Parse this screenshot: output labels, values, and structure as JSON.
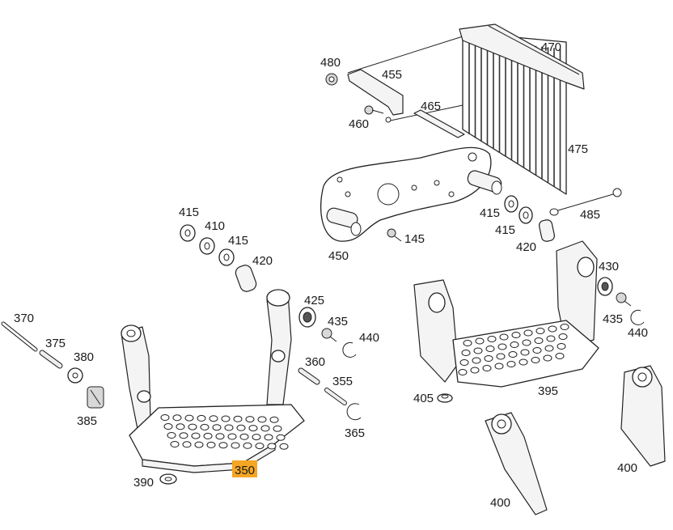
{
  "colors": {
    "line": "#222222",
    "highlight": "#f5a623",
    "background": "#ffffff"
  },
  "callouts": [
    {
      "id": "c470",
      "label": "470"
    },
    {
      "id": "c480",
      "label": "480"
    },
    {
      "id": "c455",
      "label": "455"
    },
    {
      "id": "c465",
      "label": "465"
    },
    {
      "id": "c460",
      "label": "460"
    },
    {
      "id": "c475",
      "label": "475"
    },
    {
      "id": "c485",
      "label": "485"
    },
    {
      "id": "c415a",
      "label": "415"
    },
    {
      "id": "c410",
      "label": "410"
    },
    {
      "id": "c415b",
      "label": "415"
    },
    {
      "id": "c420a",
      "label": "420"
    },
    {
      "id": "c145",
      "label": "145"
    },
    {
      "id": "c450",
      "label": "450"
    },
    {
      "id": "c415c",
      "label": "415"
    },
    {
      "id": "c415d",
      "label": "415"
    },
    {
      "id": "c420b",
      "label": "420"
    },
    {
      "id": "c430",
      "label": "430"
    },
    {
      "id": "c425",
      "label": "425"
    },
    {
      "id": "c435a",
      "label": "435"
    },
    {
      "id": "c435b",
      "label": "435"
    },
    {
      "id": "c440a",
      "label": "440"
    },
    {
      "id": "c440b",
      "label": "440"
    },
    {
      "id": "c370",
      "label": "370"
    },
    {
      "id": "c375",
      "label": "375"
    },
    {
      "id": "c380",
      "label": "380"
    },
    {
      "id": "c360",
      "label": "360"
    },
    {
      "id": "c355",
      "label": "355"
    },
    {
      "id": "c385",
      "label": "385"
    },
    {
      "id": "c365",
      "label": "365"
    },
    {
      "id": "c405",
      "label": "405"
    },
    {
      "id": "c395",
      "label": "395"
    },
    {
      "id": "c390",
      "label": "390"
    },
    {
      "id": "c350",
      "label": "350",
      "highlighted": true
    },
    {
      "id": "c400a",
      "label": "400"
    },
    {
      "id": "c400b",
      "label": "400"
    }
  ]
}
